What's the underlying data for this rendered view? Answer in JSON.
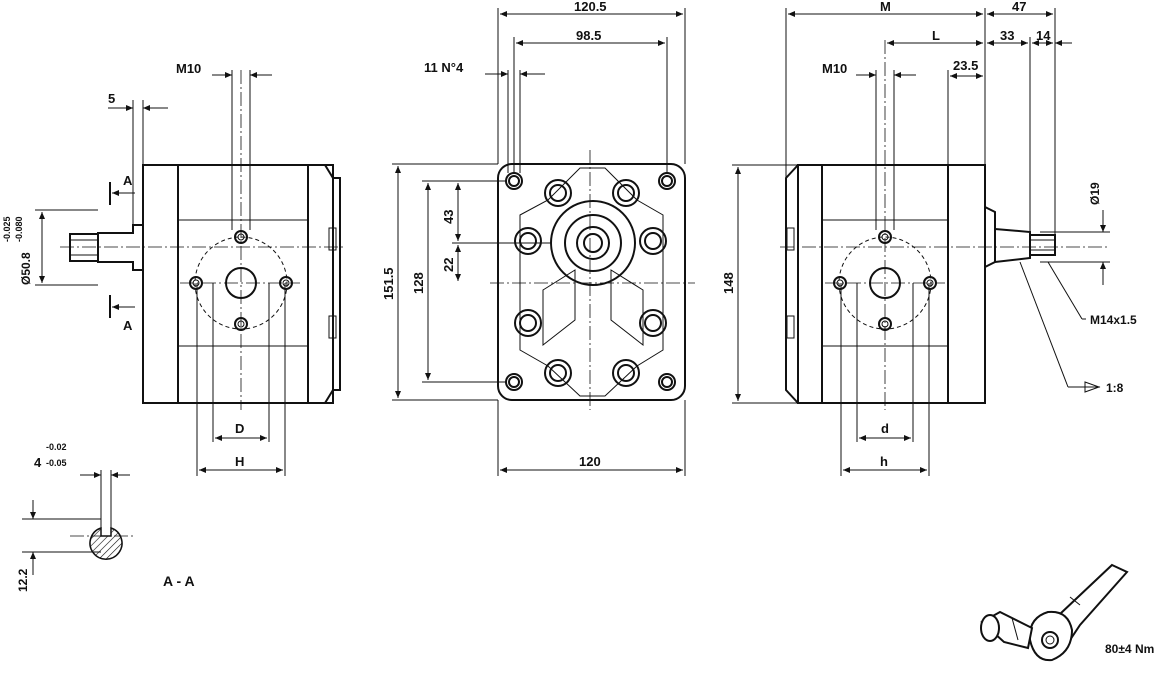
{
  "front_view": {
    "dims": {
      "m10": "M10",
      "five": "5",
      "section_top": "A",
      "section_bottom": "A",
      "tolerance_upper": "-0.025",
      "tolerance_lower": "-0.080",
      "shaft_diameter": "Ø50.8",
      "d_upper": "D",
      "h_upper": "H"
    }
  },
  "flange_view": {
    "dims": {
      "width_top": "120.5",
      "bolt_spacing": "98.5",
      "holes": "11 N°4",
      "height_outer": "151.5",
      "height_bolts": "128",
      "offset_43": "43",
      "offset_22": "22",
      "width_bottom": "120"
    }
  },
  "side_view": {
    "dims": {
      "m": "M",
      "seventeen": "47",
      "l": "L",
      "thirty_three": "33",
      "fourteen": "14",
      "m10": "M10",
      "twenty_three": "23.5",
      "diameter_19": "Ø19",
      "height_148": "148",
      "thread": "M14x1.5",
      "taper": "1:8",
      "d_lower": "d",
      "h_lower": "h"
    }
  },
  "section": {
    "key_nominal": "4",
    "key_upper": "-0.02",
    "key_lower": "-0.05",
    "depth": "12.2",
    "label": "A - A"
  },
  "torque": {
    "label": "80±4 Nm"
  }
}
